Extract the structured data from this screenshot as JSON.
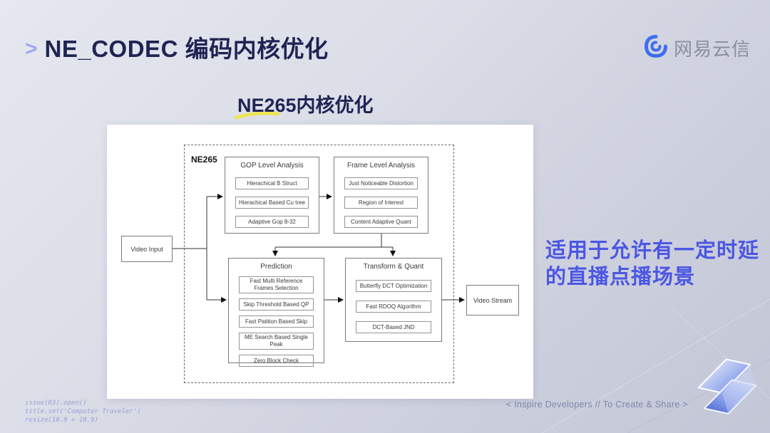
{
  "slide": {
    "title_prefix": ">",
    "title": "NE_CODEC 编码内核优化",
    "brand": {
      "name": "网易云信"
    },
    "section_heading": "NE265内核优化",
    "callout": {
      "line1": "适用于允许有一定时延",
      "line2": "的直播点播场景"
    },
    "footer": {
      "code_lines": [
        "issue(03).open()",
        "title.set('Computer Traveler')",
        "resize(10.9 + 10.9)"
      ],
      "tagline": "< Inspire Developers  //  To Create & Share >"
    }
  },
  "diagram": {
    "container_label": "NE265",
    "input_node": {
      "label": "Video Input"
    },
    "output_node": {
      "label": "Video Stream"
    },
    "blocks": [
      {
        "title": "GOP Level Analysis",
        "items": [
          "Hierachical B Struct",
          "Hierachical Based Cu tree",
          "Adaptive Gop 8-32"
        ]
      },
      {
        "title": "Frame Level Analysis",
        "items": [
          "Just Noticeable Distortion",
          "Region of Interest",
          "Content Adaptive Quant"
        ]
      },
      {
        "title": "Prediction",
        "items": [
          "Fast Multi Reference Frames Selection",
          "Skip Threshold Based QP",
          "Fast Patition Based Skip",
          "ME Search Based Single Peak",
          "Zero Block Check"
        ]
      },
      {
        "title": "Transform & Quant",
        "items": [
          "Butterfly DCT Optimization",
          "Fast RDOQ Algorithm",
          "DCT-Based JND"
        ]
      }
    ]
  },
  "colors": {
    "navy": "#1f2454",
    "accent": "#4b57e3",
    "prefix": "#9fa9f0",
    "logoBlue": "#3e6ef0",
    "brandGray": "#8b90a2",
    "yellow": "#ede74d",
    "codePurple": "#9aa0d6",
    "taglineGray": "#7d88a8"
  }
}
